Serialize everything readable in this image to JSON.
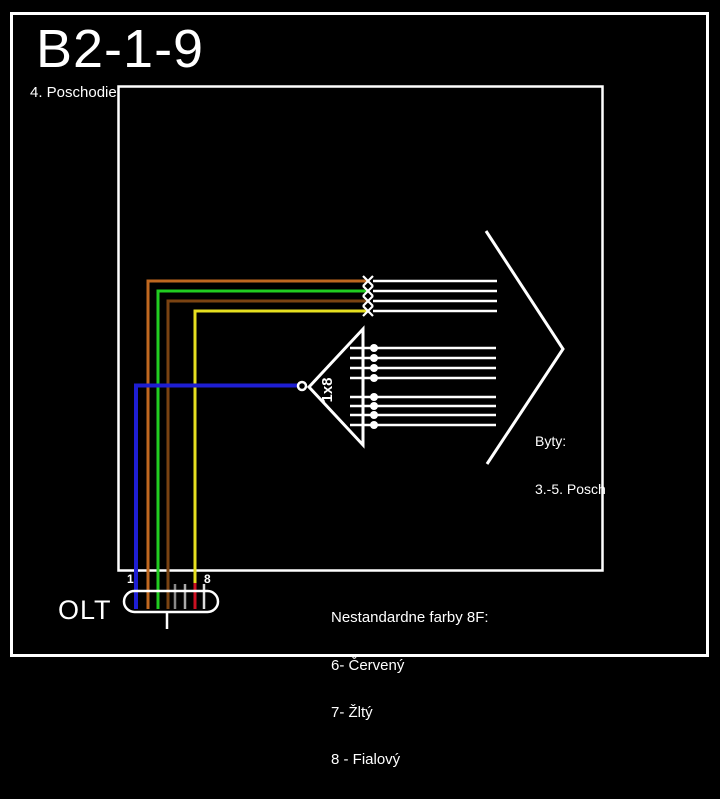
{
  "title": "B2-1-9",
  "floor_label": "4. Poschodie",
  "olt": {
    "label": "OLT",
    "port_first": "1",
    "port_last": "8"
  },
  "splitter": {
    "label": "1x8"
  },
  "byty": {
    "line1": "Byty:",
    "line2": "3.-5. Posch"
  },
  "legend": {
    "heading": "Nestandardne farby 8F:",
    "items": [
      "6- Červený",
      "7- Žltý",
      "8 - Fialový"
    ]
  },
  "colors": {
    "background": "#000000",
    "line_white": "#ffffff",
    "fiber_blue": "#1e1ed2",
    "fiber_orange": "#c06820",
    "fiber_green": "#21cc21",
    "fiber_brown": "#7a4312",
    "fiber_yellow": "#e6df1f",
    "fiber_red": "#cc1122",
    "tick_gray": "#888888",
    "tick_light_gray": "#aaaaaa",
    "tick_white": "#dddddd"
  }
}
